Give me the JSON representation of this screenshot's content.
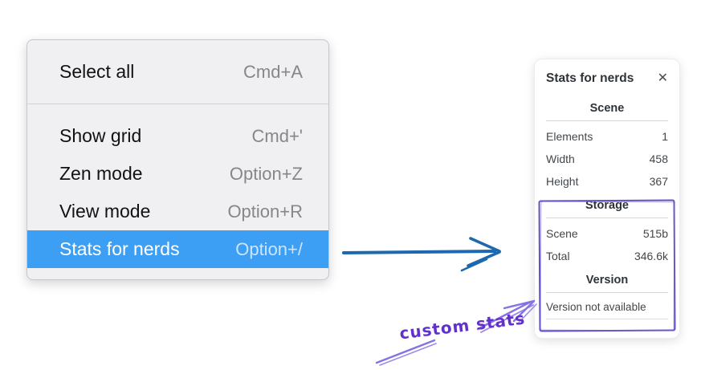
{
  "context_menu": {
    "items": [
      {
        "label": "Select all",
        "shortcut": "Cmd+A"
      },
      {
        "label": "Show grid",
        "shortcut": "Cmd+'"
      },
      {
        "label": "Zen mode",
        "shortcut": "Option+Z"
      },
      {
        "label": "View mode",
        "shortcut": "Option+R"
      },
      {
        "label": "Stats for nerds",
        "shortcut": "Option+/"
      }
    ],
    "highlighted_item": "Stats for nerds",
    "highlight_color": "#3d9ff4"
  },
  "stats_panel": {
    "title": "Stats for nerds",
    "icons": {
      "close": "✕"
    },
    "sections": [
      {
        "header": "Scene",
        "rows": [
          {
            "label": "Elements",
            "value": "1"
          },
          {
            "label": "Width",
            "value": "458"
          },
          {
            "label": "Height",
            "value": "367"
          }
        ]
      },
      {
        "header": "Storage",
        "rows": [
          {
            "label": "Scene",
            "value": "515b"
          },
          {
            "label": "Total",
            "value": "346.6k"
          }
        ]
      },
      {
        "header": "Version",
        "message": "Version not available"
      }
    ]
  },
  "annotation": {
    "label": "custom stats",
    "text_color": "#6231cc",
    "arrow_color": "#8672e2",
    "box_color": "#6150c5"
  },
  "arrow": {
    "color": "#1d68ae"
  }
}
